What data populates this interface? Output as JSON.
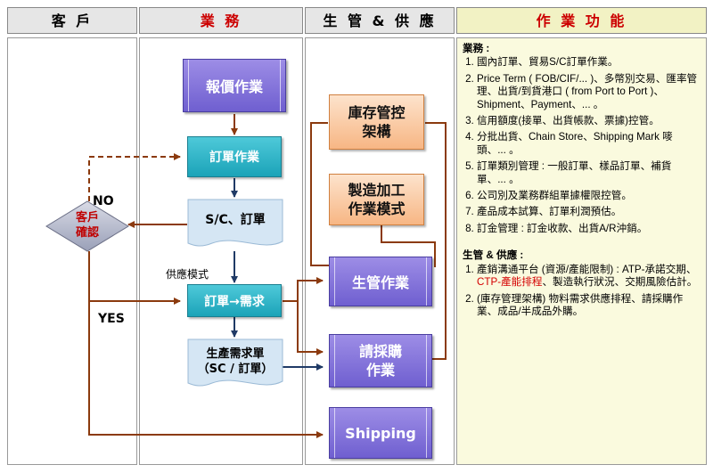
{
  "headers": {
    "customer": "客 戶",
    "business": "業 務",
    "production": "生 管 & 供 應",
    "functions": "作 業 功 能"
  },
  "nodes": {
    "quote": "報價作業",
    "order": "訂單作業",
    "sc_order": "S/C、訂單",
    "confirm_line1": "客戶",
    "confirm_line2": "確認",
    "order_demand": "訂單→需求",
    "prod_demand_line1": "生產需求單",
    "prod_demand_line2": "（SC / 訂單）",
    "inventory_line1": "庫存管控",
    "inventory_line2": "架構",
    "manufacturing_line1": "製造加工",
    "manufacturing_line2": "作業模式",
    "prod_control": "生管作業",
    "purchase_line1": "請採購",
    "purchase_line2": "作業",
    "shipping": "Shipping"
  },
  "labels": {
    "no": "NO",
    "yes": "YES",
    "supply_mode": "供應模式"
  },
  "functions": {
    "business_title": "業務 :",
    "business_items": [
      "國內訂單、貿易S/C訂單作業。",
      "Price Term ( FOB/CIF/... )、多幣別交易、匯率管理、出貨/到貨港口 ( from Port to Port )、Shipment、Payment、... 。",
      "信用額度(接單、出貨帳款、票據)控管。",
      "分批出貨、Chain Store、Shipping Mark 嘜頭、... 。",
      "訂單類別管理 : 一般訂單、樣品訂單、補貨單、... 。",
      "公司別及業務群組單據權限控管。",
      "產品成本試算、訂單利潤預估。",
      "訂金管理 : 訂金收款、出貨A/R沖銷。"
    ],
    "production_title": "生管 & 供應 :",
    "production_item1_pre": "產銷溝通平台 (資源/產能限制) : ATP-承諾交期、",
    "production_item1_red": "CTP-產能排程",
    "production_item1_post": "、製造執行狀況、交期風險估計。",
    "production_item2": "(庫存管理架構) 物料需求供應排程、請採購作業、成品/半成品外購。"
  },
  "colors": {
    "arrow_brown": "#8b3a0e",
    "arrow_navy": "#1f3a66",
    "purple_box": "#7b6bd8",
    "teal_box": "#2ab3c6",
    "orange_box": "#f9c49a",
    "header_grey": "#e6e6e6",
    "header_yellow": "#f2f2c4",
    "panel_bg": "#fafade",
    "accent_red": "#d40000"
  }
}
